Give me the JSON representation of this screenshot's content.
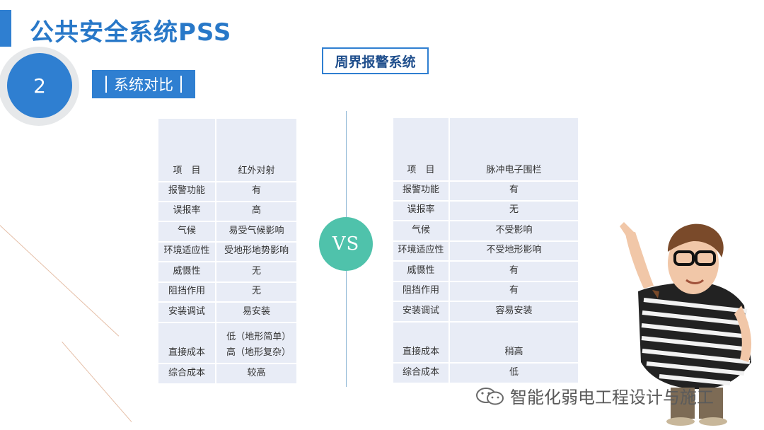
{
  "header": {
    "title": "公共安全系统PSS",
    "section_number": "2",
    "section_label": "系统对比"
  },
  "subtitle": "周界报警系统",
  "vs_label": "VS",
  "tables": {
    "left": {
      "rows": [
        [
          "项　目",
          "红外对射"
        ],
        [
          "报警功能",
          "有"
        ],
        [
          "误报率",
          "高"
        ],
        [
          "气候",
          "易受气候影响"
        ],
        [
          "环境适应性",
          "受地形地势影响"
        ],
        [
          "威慑性",
          "无"
        ],
        [
          "阻挡作用",
          "无"
        ],
        [
          "安装调试",
          "易安装"
        ],
        [
          "直接成本",
          "低（地形简单）高（地形复杂）"
        ],
        [
          "综合成本",
          "较高"
        ]
      ]
    },
    "right": {
      "rows": [
        [
          "项　目",
          "脉冲电子围栏"
        ],
        [
          "报警功能",
          "有"
        ],
        [
          "误报率",
          "无"
        ],
        [
          "气候",
          "不受影响"
        ],
        [
          "环境适应性",
          "不受地形影响"
        ],
        [
          "威慑性",
          "有"
        ],
        [
          "阻挡作用",
          "有"
        ],
        [
          "安装调试",
          "容易安装"
        ],
        [
          "直接成本",
          "稍高"
        ],
        [
          "综合成本",
          "低"
        ]
      ]
    }
  },
  "watermark": {
    "text": "智能化弱电工程设计与施工",
    "icon": "wechat-icon"
  },
  "colors": {
    "accent": "#2f7fd1",
    "title": "#2878c8",
    "vs": "#4fc2ab",
    "table_cell": "#e8ecf6"
  }
}
